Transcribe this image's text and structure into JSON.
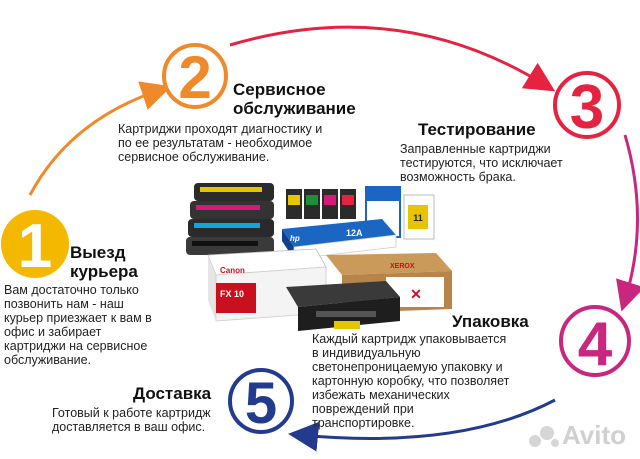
{
  "steps": [
    {
      "num": "1",
      "title_lines": [
        "Выезд",
        "курьера"
      ],
      "desc": "Вам достаточно только\nпозвонить нам - наш\nкурьер приезжает к вам в\nофис и забирает\nкартриджи на сервисное\nобслуживание.",
      "color": "#f5b800"
    },
    {
      "num": "2",
      "title_lines": [
        "Сервисное",
        "обслуживание"
      ],
      "desc": "Картриджи проходят диагностику и\nпо ее результатам - необходимое\nсервисное обслуживание.",
      "color": "#f0892a"
    },
    {
      "num": "3",
      "title_lines": [
        "Тестирование"
      ],
      "desc": "Заправленные картриджи\nтестируются,  что исключает\nвозможность брака.",
      "color": "#e5223f"
    },
    {
      "num": "4",
      "title_lines": [
        "Упаковка"
      ],
      "desc": "Каждый картридж упаковывается\nв индивидуальную\nсветонепроницаемую упаковку и\nкартонную коробку, что позволяет\nизбежать механических\nповреждений при\nтранспортировке.",
      "color": "#c8267f"
    },
    {
      "num": "5",
      "title_lines": [
        "Доставка"
      ],
      "desc": "Готовый к работе картридж\nдоставляется в ваш офис.",
      "color": "#233b8f"
    }
  ],
  "products": {
    "box1_brand": "Canon",
    "box1_model": "FX 10",
    "box2_brand": "XEROX",
    "box3_brand": "hp",
    "box3_model": "12A",
    "ink_label": "11"
  },
  "watermark": "Avito",
  "colors": {
    "arrow_orange": "#f0892a",
    "arrow_red": "#e5223f",
    "arrow_magenta": "#c8267f",
    "arrow_blue": "#233b8f"
  }
}
